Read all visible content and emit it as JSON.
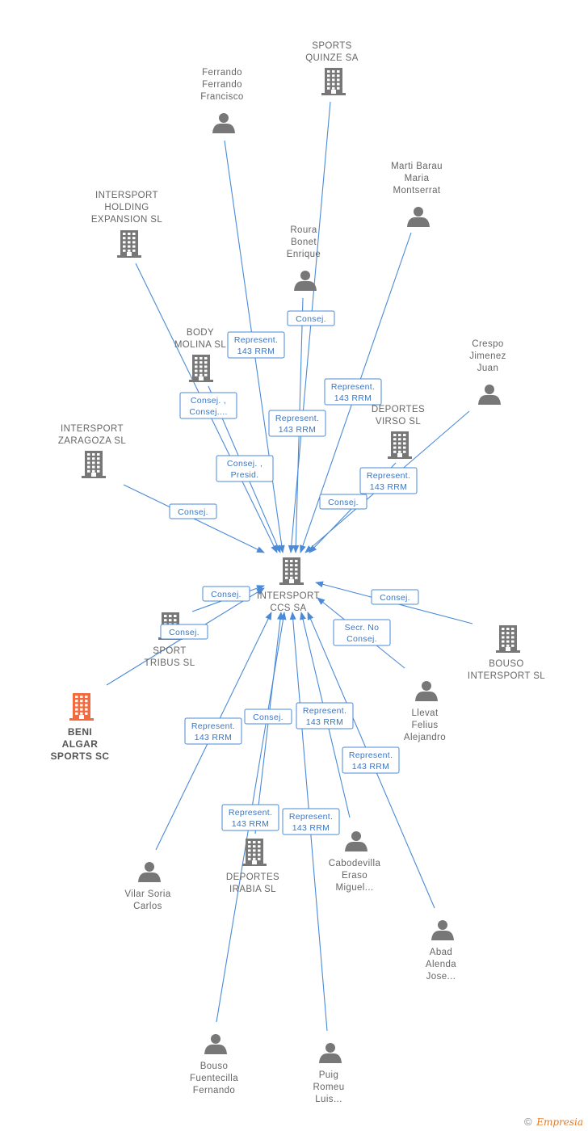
{
  "center": {
    "id": "intersport",
    "lines": [
      "INTERSPORT",
      "CCS SA"
    ]
  },
  "nodes": [
    {
      "id": "sports_quinze",
      "type": "company",
      "lines": [
        "SPORTS",
        "QUINZE SA"
      ]
    },
    {
      "id": "ferrando",
      "type": "person",
      "lines": [
        "Ferrando",
        "Ferrando",
        "Francisco"
      ]
    },
    {
      "id": "marti",
      "type": "person",
      "lines": [
        "Marti Barau",
        "Maria",
        "Montserrat"
      ]
    },
    {
      "id": "holding",
      "type": "company",
      "lines": [
        "INTERSPORT",
        "HOLDING",
        "EXPANSION SL"
      ]
    },
    {
      "id": "roura",
      "type": "person",
      "lines": [
        "Roura",
        "Bonet",
        "Enrique"
      ]
    },
    {
      "id": "body_molina",
      "type": "company",
      "lines": [
        "BODY",
        "MOLINA  SL"
      ]
    },
    {
      "id": "crespo",
      "type": "person",
      "lines": [
        "Crespo",
        "Jimenez",
        "Juan"
      ]
    },
    {
      "id": "zaragoza",
      "type": "company",
      "lines": [
        "INTERSPORT",
        "ZARAGOZA SL"
      ]
    },
    {
      "id": "virso",
      "type": "company",
      "lines": [
        "DEPORTES",
        "VIRSO  SL"
      ]
    },
    {
      "id": "tribus",
      "type": "company",
      "lines": [
        "SPORT",
        "TRIBUS SL"
      ]
    },
    {
      "id": "bouso_sl",
      "type": "company",
      "lines": [
        "BOUSO",
        "INTERSPORT SL"
      ]
    },
    {
      "id": "beni",
      "type": "company",
      "focus": true,
      "lines": [
        "BENI",
        "ALGAR",
        "SPORTS SC"
      ]
    },
    {
      "id": "llevat",
      "type": "person",
      "lines": [
        "Llevat",
        "Felius",
        "Alejandro"
      ]
    },
    {
      "id": "irabia",
      "type": "company",
      "lines": [
        "DEPORTES",
        "IRABIA SL"
      ]
    },
    {
      "id": "vilar",
      "type": "person",
      "lines": [
        "Vilar Soria",
        "Carlos"
      ]
    },
    {
      "id": "cabodevilla",
      "type": "person",
      "lines": [
        "Cabodevilla",
        "Eraso",
        "Miguel..."
      ]
    },
    {
      "id": "abad",
      "type": "person",
      "lines": [
        "Abad",
        "Alenda",
        "Jose..."
      ]
    },
    {
      "id": "bouso_f",
      "type": "person",
      "lines": [
        "Bouso",
        "Fuentecilla",
        "Fernando"
      ]
    },
    {
      "id": "puig",
      "type": "person",
      "lines": [
        "Puig",
        "Romeu",
        "Luis..."
      ]
    }
  ],
  "edges": [
    {
      "from": "sports_quinze",
      "label": [
        "Consej."
      ]
    },
    {
      "from": "ferrando",
      "label": [
        "Represent.",
        "143 RRM"
      ]
    },
    {
      "from": "marti",
      "label": [
        "Represent.",
        "143 RRM"
      ]
    },
    {
      "from": "holding",
      "label": [
        "Consej. ,",
        "Presid."
      ]
    },
    {
      "from": "roura",
      "label": [
        "Represent.",
        "143 RRM"
      ]
    },
    {
      "from": "body_molina",
      "label": [
        "Consej. ,",
        "Consej...."
      ]
    },
    {
      "from": "crespo",
      "label": [
        "Consej."
      ]
    },
    {
      "from": "zaragoza",
      "label": [
        "Consej."
      ]
    },
    {
      "from": "virso",
      "label": [
        "Represent.",
        "143 RRM"
      ]
    },
    {
      "from": "tribus",
      "label": [
        "Consej."
      ]
    },
    {
      "from": "beni",
      "label": [
        "Consej."
      ]
    },
    {
      "from": "bouso_sl",
      "label": [
        "Consej."
      ]
    },
    {
      "from": "llevat",
      "label": [
        "Secr.  No",
        "Consej."
      ]
    },
    {
      "from": "vilar",
      "label": [
        "Represent.",
        "143 RRM"
      ]
    },
    {
      "from": "irabia",
      "label": [
        "Consej."
      ]
    },
    {
      "from": "cabodevilla",
      "label": [
        "Represent.",
        "143 RRM"
      ]
    },
    {
      "from": "abad",
      "label": [
        "Represent.",
        "143 RRM"
      ]
    },
    {
      "from": "bouso_f",
      "label": [
        "Represent.",
        "143 RRM"
      ]
    },
    {
      "from": "puig",
      "label": [
        "Represent.",
        "143 RRM"
      ]
    }
  ],
  "footer": {
    "copyright": "©",
    "brand": "Empresia"
  },
  "colors": {
    "edge": "#4a8ad8",
    "icon": "#777777",
    "focus": "#f26a3d"
  }
}
